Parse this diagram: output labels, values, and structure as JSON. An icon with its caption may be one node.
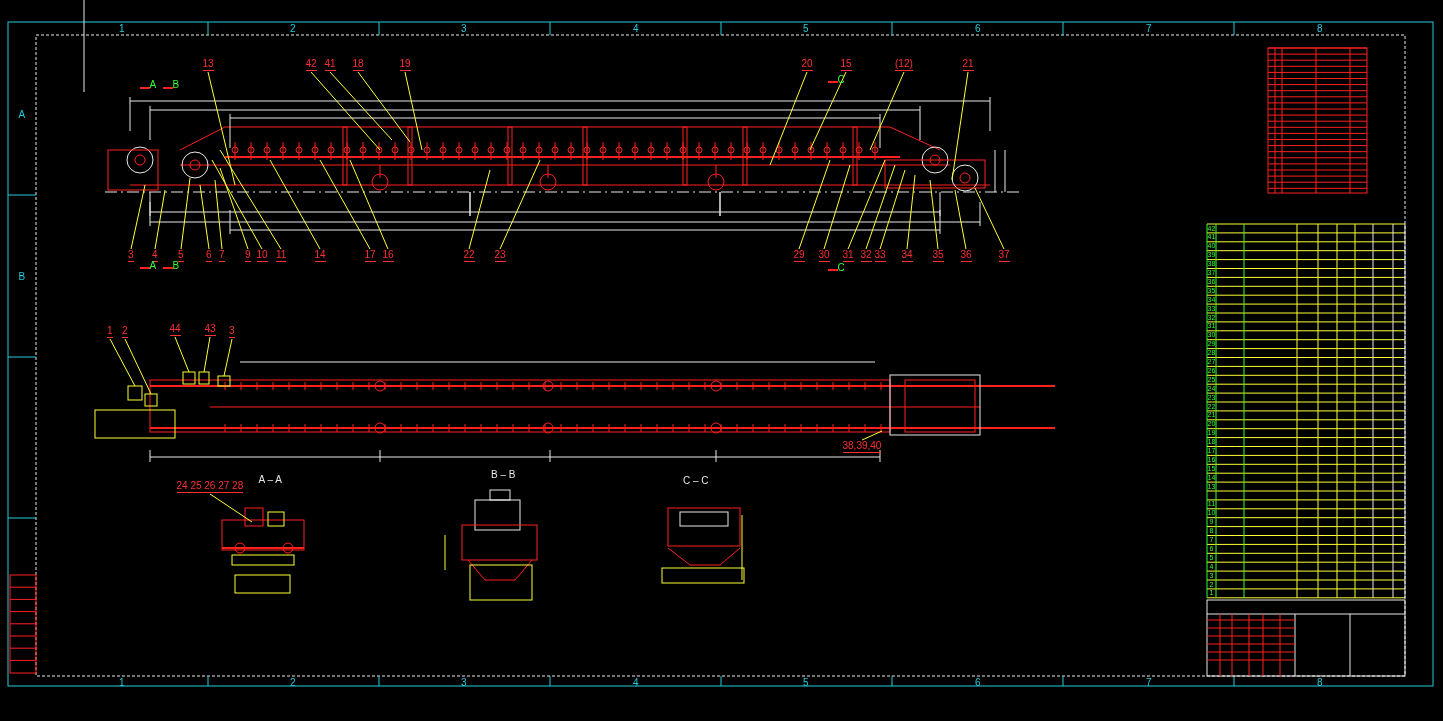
{
  "diagram": {
    "nodes": [
      {
        "text": [
          "13"
        ]
      },
      {
        "text": [
          "42"
        ]
      },
      {
        "text": [
          "41"
        ]
      },
      {
        "text": [
          "18"
        ]
      },
      {
        "text": [
          "19"
        ]
      },
      {
        "text": [
          "20"
        ]
      },
      {
        "text": [
          "15"
        ]
      },
      {
        "text": [
          "(12)"
        ]
      },
      {
        "text": [
          "21"
        ]
      },
      {
        "text": [
          "3"
        ]
      },
      {
        "text": [
          "4"
        ]
      },
      {
        "text": [
          "5"
        ]
      },
      {
        "text": [
          "6"
        ]
      },
      {
        "text": [
          "7"
        ]
      },
      {
        "text": [
          "9"
        ]
      },
      {
        "text": [
          "10"
        ]
      },
      {
        "text": [
          "11"
        ]
      },
      {
        "text": [
          "14"
        ]
      },
      {
        "text": [
          "17"
        ]
      },
      {
        "text": [
          "16"
        ]
      },
      {
        "text": [
          "22"
        ]
      },
      {
        "text": [
          "23"
        ]
      },
      {
        "text": [
          "29"
        ]
      },
      {
        "text": [
          "30"
        ]
      },
      {
        "text": [
          "31"
        ]
      },
      {
        "text": [
          "32"
        ]
      },
      {
        "text": [
          "33"
        ]
      },
      {
        "text": [
          "34"
        ]
      },
      {
        "text": [
          "35"
        ]
      },
      {
        "text": [
          "36"
        ]
      },
      {
        "text": [
          "37"
        ]
      },
      {
        "text": [
          "1"
        ]
      },
      {
        "text": [
          "2"
        ]
      },
      {
        "text": [
          "44"
        ]
      },
      {
        "text": [
          "43"
        ]
      },
      {
        "text": [
          "3"
        ]
      },
      {
        "text": [
          "38,39,40"
        ]
      },
      {
        "text": [
          "24 25 26 27 28"
        ]
      },
      {
        "text": [],
        "shape": "box"
      },
      {
        "text": [],
        "shape": "box"
      },
      {
        "text": [],
        "shape": "box"
      },
      {
        "text": [],
        "shape": "box"
      },
      {
        "text": [],
        "shape": "box"
      }
    ],
    "edges": [
      {
        "from": 0,
        "to": null,
        "arrow": "none"
      },
      {
        "from": 1,
        "to": null,
        "arrow": "none"
      },
      {
        "from": 2,
        "to": null,
        "arrow": "none"
      },
      {
        "from": 3,
        "to": null,
        "arrow": "none"
      },
      {
        "from": 4,
        "to": null,
        "arrow": "none"
      },
      {
        "from": 5,
        "to": null,
        "arrow": "none"
      },
      {
        "from": 6,
        "to": null,
        "arrow": "none"
      },
      {
        "from": 7,
        "to": null,
        "arrow": "none"
      },
      {
        "from": 8,
        "to": null,
        "arrow": "none"
      },
      {
        "from": 9,
        "to": null,
        "arrow": "none"
      },
      {
        "from": 10,
        "to": null,
        "arrow": "none"
      },
      {
        "from": 11,
        "to": null,
        "arrow": "none"
      },
      {
        "from": 12,
        "to": null,
        "arrow": "none"
      },
      {
        "from": 13,
        "to": null,
        "arrow": "none"
      },
      {
        "from": 14,
        "to": null,
        "arrow": "none"
      },
      {
        "from": 15,
        "to": null,
        "arrow": "none"
      },
      {
        "from": 16,
        "to": null,
        "arrow": "none"
      },
      {
        "from": 17,
        "to": null,
        "arrow": "none"
      },
      {
        "from": 18,
        "to": null,
        "arrow": "none"
      },
      {
        "from": 19,
        "to": null,
        "arrow": "none"
      },
      {
        "from": 20,
        "to": null,
        "arrow": "none"
      },
      {
        "from": 21,
        "to": null,
        "arrow": "none"
      },
      {
        "from": 22,
        "to": null,
        "arrow": "none"
      },
      {
        "from": 23,
        "to": null,
        "arrow": "none"
      },
      {
        "from": 24,
        "to": null,
        "arrow": "none"
      },
      {
        "from": 25,
        "to": null,
        "arrow": "none"
      },
      {
        "from": 26,
        "to": null,
        "arrow": "none"
      },
      {
        "from": 27,
        "to": null,
        "arrow": "none"
      },
      {
        "from": 28,
        "to": null,
        "arrow": "none"
      },
      {
        "from": 29,
        "to": null,
        "arrow": "none"
      },
      {
        "from": 30,
        "to": null,
        "arrow": "none"
      },
      {
        "from": 31,
        "to": 38,
        "arrow": "none"
      },
      {
        "from": 32,
        "to": 39,
        "arrow": "none"
      },
      {
        "from": 33,
        "to": 40,
        "arrow": "none"
      },
      {
        "from": 34,
        "to": 41,
        "arrow": "none"
      },
      {
        "from": 35,
        "to": 42,
        "arrow": "none"
      },
      {
        "from": 36,
        "to": null,
        "arrow": "none"
      },
      {
        "from": 37,
        "to": null,
        "arrow": "none"
      }
    ],
    "labels": [
      "1",
      "2",
      "3",
      "4",
      "5",
      "6",
      "7",
      "8",
      "A",
      "A",
      "B",
      "C",
      "B",
      "A",
      "B",
      "C",
      "A – A",
      "B – B",
      "C – C",
      "1",
      "2",
      "3",
      "4",
      "5",
      "6",
      "7",
      "8",
      "42",
      "41",
      "40",
      "39",
      "38",
      "37",
      "36",
      "35",
      "34",
      "33",
      "32",
      "31",
      "30",
      "29",
      "28",
      "27",
      "26",
      "25",
      "24",
      "23",
      "22",
      "21",
      "20",
      "19",
      "18",
      "17",
      "16",
      "15",
      "14",
      "13",
      "11",
      "10",
      "9",
      "8",
      "7",
      "6",
      "5",
      "4",
      "3",
      "2",
      "1"
    ]
  }
}
